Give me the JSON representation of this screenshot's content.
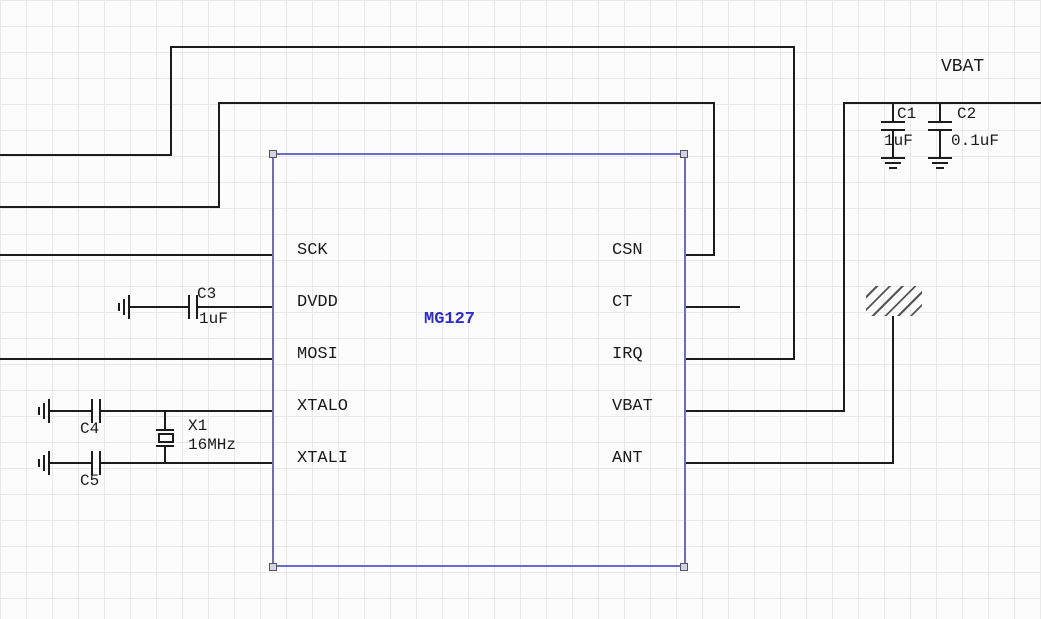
{
  "schematic": {
    "ic": {
      "name": "MG127",
      "left_pins": [
        "SCK",
        "DVDD",
        "MOSI",
        "XTALO",
        "XTALI"
      ],
      "right_pins": [
        "CSN",
        "CT",
        "IRQ",
        "VBAT",
        "ANT"
      ]
    },
    "power_net_label": "VBAT",
    "components": {
      "c1": {
        "ref": "C1",
        "value": "1uF"
      },
      "c2": {
        "ref": "C2",
        "value": "0.1uF"
      },
      "c3": {
        "ref": "C3",
        "value": "1uF"
      },
      "c4": {
        "ref": "C4"
      },
      "c5": {
        "ref": "C5"
      },
      "x1": {
        "ref": "X1",
        "value": "16MHz"
      }
    },
    "colors": {
      "wire": "#1c1c1c",
      "ic_outline": "#6b6bcf",
      "ic_label": "#2b2bd4",
      "grid": "#e9e9e9"
    }
  }
}
